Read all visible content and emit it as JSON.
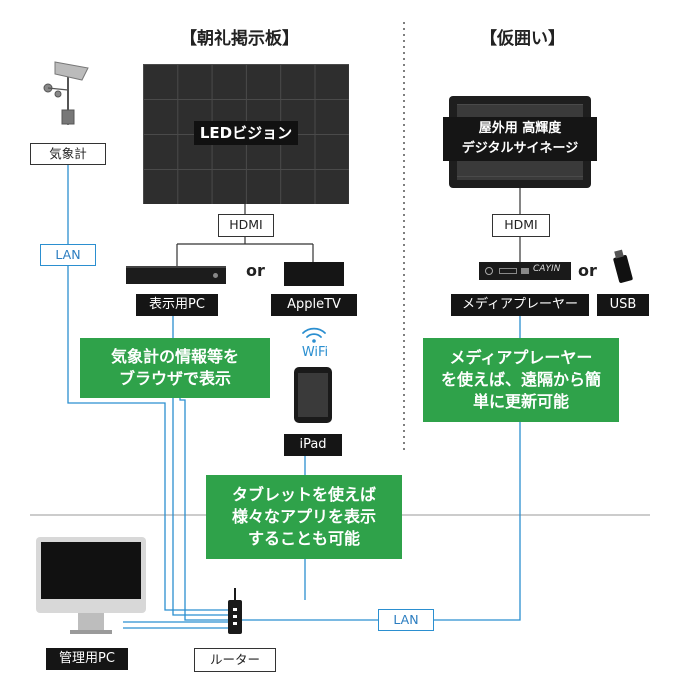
{
  "sections": {
    "left_title": "【朝礼掲示板】",
    "right_title": "【仮囲い】"
  },
  "devices": {
    "weather_station": "気象計",
    "led_vision": "LEDビジョン",
    "signage_line1": "屋外用 高輝度",
    "signage_line2": "デジタルサイネージ",
    "hdmi_left": "HDMI",
    "hdmi_right": "HDMI",
    "display_pc": "表示用PC",
    "apple_tv": "AppleTV",
    "media_player": "メディアプレーヤー",
    "usb": "USB",
    "ipad": "iPad",
    "wifi": "WiFi",
    "admin_pc": "管理用PC",
    "router": "ルーター",
    "player_brand": "CAYIN"
  },
  "connectors": {
    "or_left": "or",
    "or_right": "or",
    "lan_left": "LAN",
    "lan_bottom": "LAN"
  },
  "callouts": {
    "weather_browser": "気象計の情報等を\nブラウザで表示",
    "media_update": "メディアプレーヤー\nを使えば、遠隔から簡\n単に更新可能",
    "tablet_apps": "タブレットを使えば\n様々なアプリを表示\nすることも可能"
  },
  "colors": {
    "green": "#2fa24a",
    "blue_line": "#2b8fd0",
    "dark_panel": "#2b2b2b"
  }
}
